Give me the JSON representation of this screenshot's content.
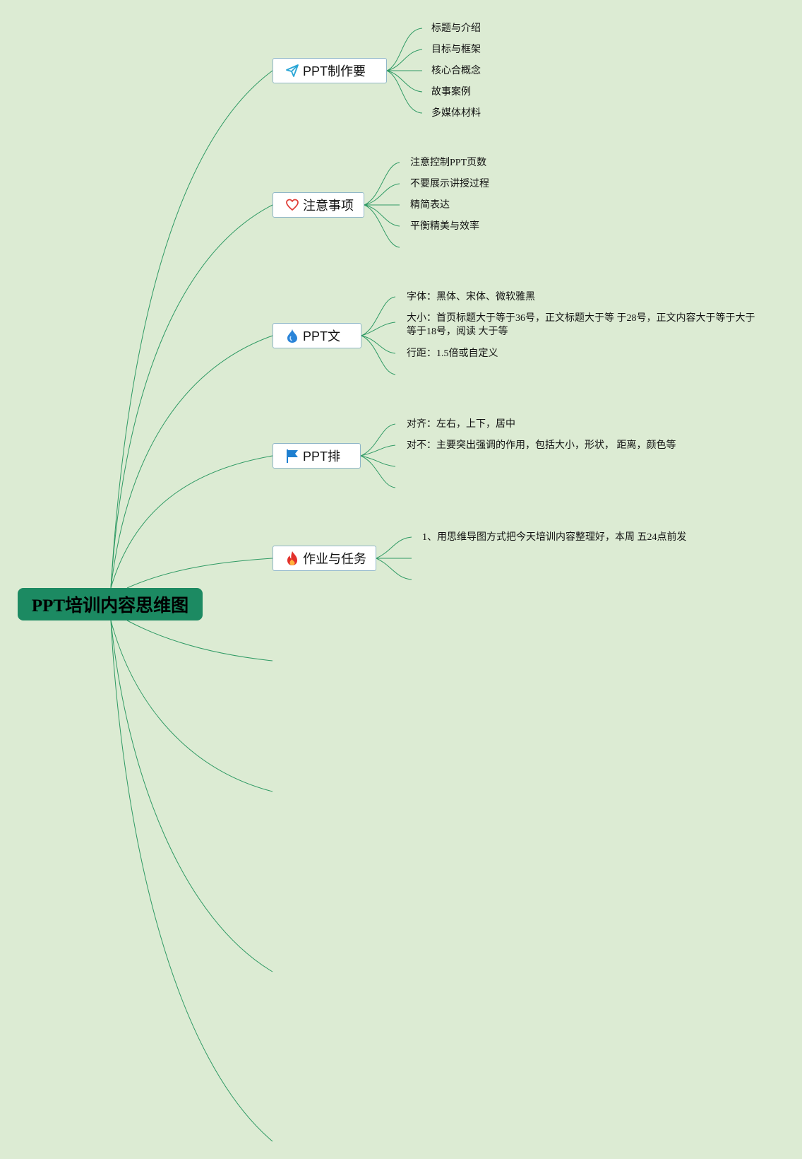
{
  "root": {
    "title": "PPT培训内容思维图"
  },
  "colors": {
    "background": "#dcebd3",
    "root_fill": "#1c8a62",
    "link": "#2f9a64",
    "topic_border": "#8fb6c8"
  },
  "topics": [
    {
      "label": "PPT制作要",
      "icon": "paper-plane-icon",
      "children": [
        "标题与介绍",
        "目标与框架",
        "核心合概念",
        "故事案例",
        "多媒体材料"
      ]
    },
    {
      "label": "注意事项",
      "icon": "heart-icon",
      "children": [
        "注意控制PPT页数",
        "不要展示讲授过程",
        "精简表达",
        "平衡精美与效率"
      ]
    },
    {
      "label": "PPT文",
      "icon": "water-drop-icon",
      "children": [
        "字体：黑体、宋体、微软雅黑",
        "大小：首页标题大于等于36号，正文标题大于等 于28号，正文内容大于等于大于等于18号，阅读 大于等",
        "行距：1.5倍或自定义"
      ]
    },
    {
      "label": "PPT排",
      "icon": "flag-icon",
      "children": [
        "对齐：左右，上下，居中",
        "对不：主要突出强调的作用，包括大小，形状， 距离，颜色等"
      ]
    },
    {
      "label": "作业与任务",
      "icon": "fire-icon",
      "children": [
        "1、用思维导图方式把今天培训内容整理好，本周 五24点前发"
      ]
    }
  ]
}
